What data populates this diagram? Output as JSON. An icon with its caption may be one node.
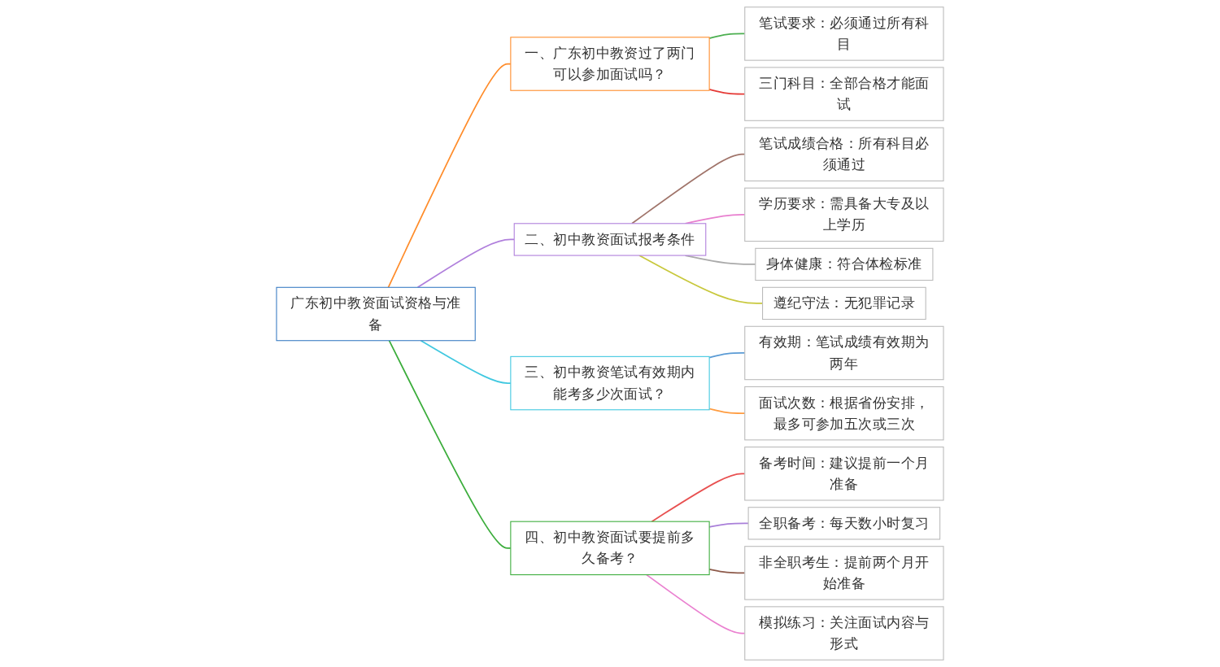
{
  "diagram": {
    "nodes": [
      {
        "text": [
          "广东初中教资面试资格与准备"
        ]
      },
      {
        "text": [
          "一、广东初中教资过了两门可以参加面试吗？"
        ]
      },
      {
        "text": [
          "笔试要求：必须通过所有科目"
        ]
      },
      {
        "text": [
          "三门科目：全部合格才能面试"
        ]
      },
      {
        "text": [
          "二、初中教资面试报考条件"
        ]
      },
      {
        "text": [
          "笔试成绩合格：所有科目必须通过"
        ]
      },
      {
        "text": [
          "学历要求：需具备大专及以上学历"
        ]
      },
      {
        "text": [
          "身体健康：符合体检标准"
        ]
      },
      {
        "text": [
          "遵纪守法：无犯罪记录"
        ]
      },
      {
        "text": [
          "三、初中教资笔试有效期内能考多少次面试？"
        ]
      },
      {
        "text": [
          "有效期：笔试成绩有效期为两年"
        ]
      },
      {
        "text": [
          "面试次数：根据省份安排，最多可参加五次或三次"
        ]
      },
      {
        "text": [
          "四、初中教资面试要提前多久备考？"
        ]
      },
      {
        "text": [
          "备考时间：建议提前一个月准备"
        ]
      },
      {
        "text": [
          "全职备考：每天数小时复习"
        ]
      },
      {
        "text": [
          "非全职考生：提前两个月开始准备"
        ]
      },
      {
        "text": [
          "模拟练习：关注面试内容与形式"
        ]
      }
    ],
    "edges": [
      {
        "from": 0,
        "to": 1,
        "arrow": "none",
        "color": "#ff8c2a"
      },
      {
        "from": 1,
        "to": 2,
        "arrow": "none",
        "color": "#4caf50"
      },
      {
        "from": 1,
        "to": 3,
        "arrow": "none",
        "color": "#e53935"
      },
      {
        "from": 0,
        "to": 4,
        "arrow": "none",
        "color": "#b07fdc"
      },
      {
        "from": 4,
        "to": 5,
        "arrow": "none",
        "color": "#a0746a"
      },
      {
        "from": 4,
        "to": 6,
        "arrow": "none",
        "color": "#e87fcf"
      },
      {
        "from": 4,
        "to": 7,
        "arrow": "none",
        "color": "#aaaaaa"
      },
      {
        "from": 4,
        "to": 8,
        "arrow": "none",
        "color": "#c8c83c"
      },
      {
        "from": 0,
        "to": 9,
        "arrow": "none",
        "color": "#40c8e0"
      },
      {
        "from": 9,
        "to": 10,
        "arrow": "none",
        "color": "#5b9bd5"
      },
      {
        "from": 9,
        "to": 11,
        "arrow": "none",
        "color": "#ff9c40"
      },
      {
        "from": 0,
        "to": 12,
        "arrow": "none",
        "color": "#3cad3c"
      },
      {
        "from": 12,
        "to": 13,
        "arrow": "none",
        "color": "#e85050"
      },
      {
        "from": 12,
        "to": 14,
        "arrow": "none",
        "color": "#a97fd9"
      },
      {
        "from": 12,
        "to": 15,
        "arrow": "none",
        "color": "#8d5a4a"
      },
      {
        "from": 12,
        "to": 16,
        "arrow": "none",
        "color": "#ea80d0"
      }
    ]
  }
}
